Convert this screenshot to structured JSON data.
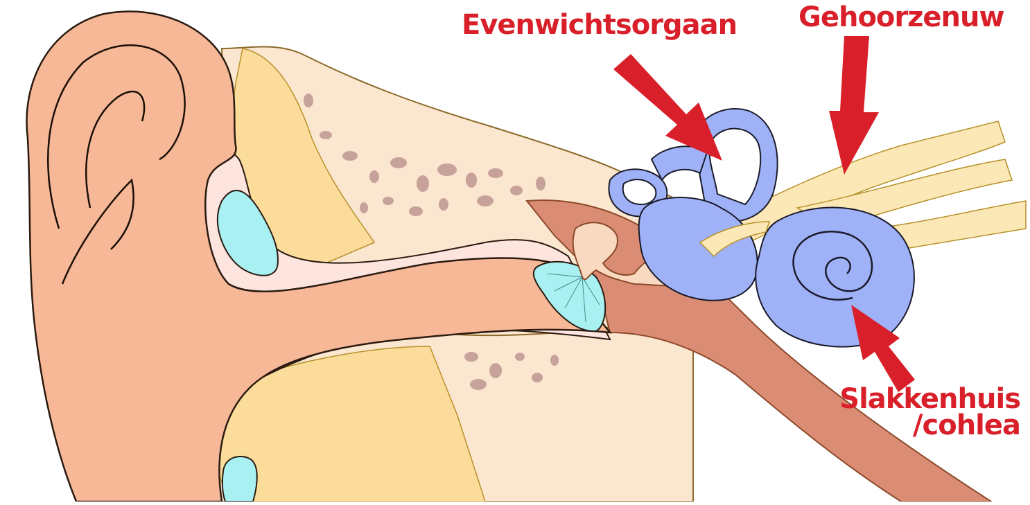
{
  "labels": {
    "balance_organ": "Evenwichtsorgaan",
    "auditory_nerve": "Gehoorzenuw",
    "cochlea_line1": "Slakkenhuis",
    "cochlea_line2": "/cohlea"
  },
  "colors": {
    "label": "#d9202a",
    "arrow": "#d9202a",
    "skin": "#f6b896",
    "skin_outline": "#2a1a10",
    "bone": "#fbe6cf",
    "bone_spots": "#c7a29a",
    "cartilage": "#fbdc9a",
    "canal_lining": "#fde4de",
    "middle_ear": "#db8c74",
    "inner_ear": "#9fb2f7",
    "nerve": "#fbe8b6",
    "fluid": "#a8f0f2",
    "ossicles": "#f9d9c0"
  }
}
